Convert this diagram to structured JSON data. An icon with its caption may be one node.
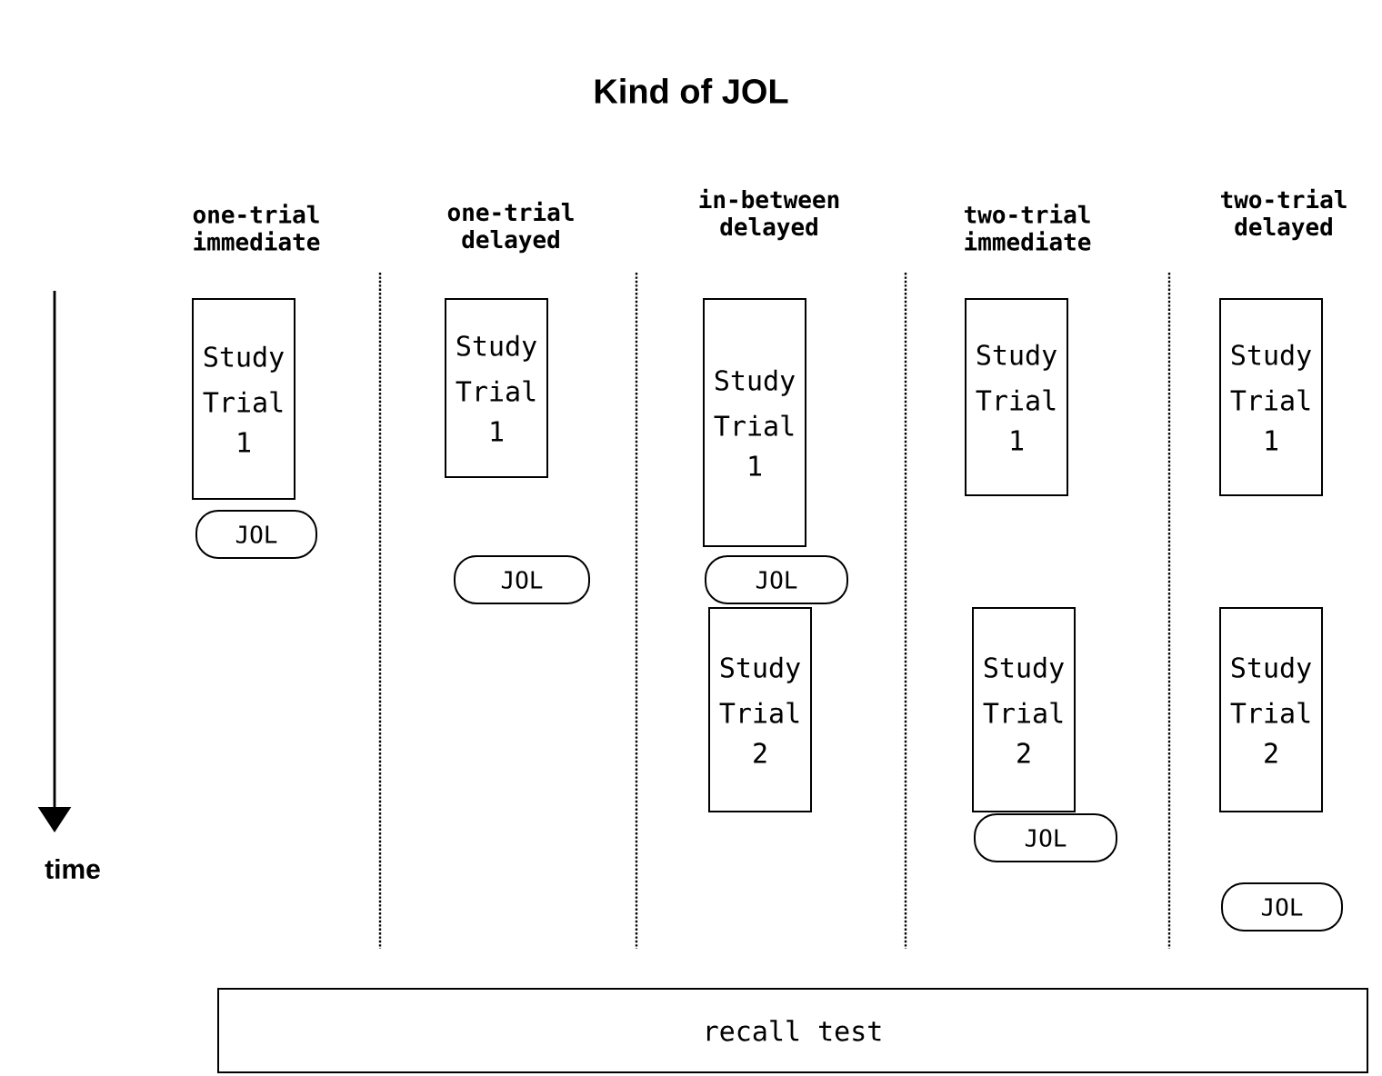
{
  "diagram": {
    "title": "Kind of JOL",
    "nodes": [
      {
        "text": [
          "Study Trial 1"
        ]
      },
      {
        "text": [
          "JOL"
        ]
      },
      {
        "text": [
          "Study Trial 1"
        ]
      },
      {
        "text": [
          "JOL"
        ]
      },
      {
        "text": [
          "Study Trial 1"
        ]
      },
      {
        "text": [
          "JOL"
        ]
      },
      {
        "text": [
          "Study Trial 2"
        ]
      },
      {
        "text": [
          "Study Trial 1"
        ]
      },
      {
        "text": [
          "Study Trial 2"
        ]
      },
      {
        "text": [
          "JOL"
        ]
      },
      {
        "text": [
          "Study Trial 1"
        ]
      },
      {
        "text": [
          "Study Trial 2"
        ]
      },
      {
        "text": [
          "JOL"
        ]
      },
      {
        "text": [
          "recall test"
        ]
      }
    ],
    "labels": [
      "one-trial immediate",
      "one-trial delayed",
      "in-between delayed",
      "two-trial immediate",
      "two-trial delayed",
      "time"
    ]
  }
}
